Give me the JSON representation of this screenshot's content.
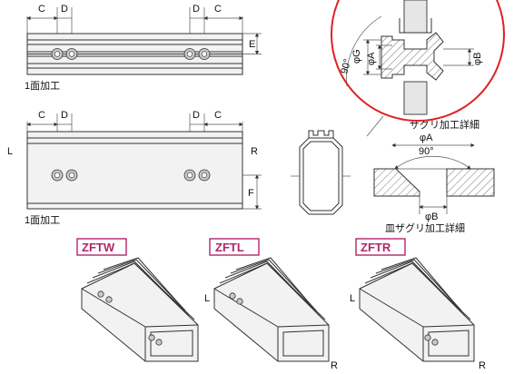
{
  "labels": {
    "c": "C",
    "d": "D",
    "e": "E",
    "f": "F",
    "g": "φG",
    "a": "φA",
    "b": "φB",
    "angle": "90°",
    "left": "L",
    "right": "R",
    "one_side_processing": "1面加工",
    "counterbore_detail": "ザグリ加工詳細",
    "countersink_detail": "皿ザグリ加工詳細"
  },
  "models": [
    {
      "name": "ZFTW"
    },
    {
      "name": "ZFTL"
    },
    {
      "name": "ZFTR"
    }
  ],
  "colors": {
    "accent_circle": "#e02020",
    "model_tag": "#b0266a"
  }
}
